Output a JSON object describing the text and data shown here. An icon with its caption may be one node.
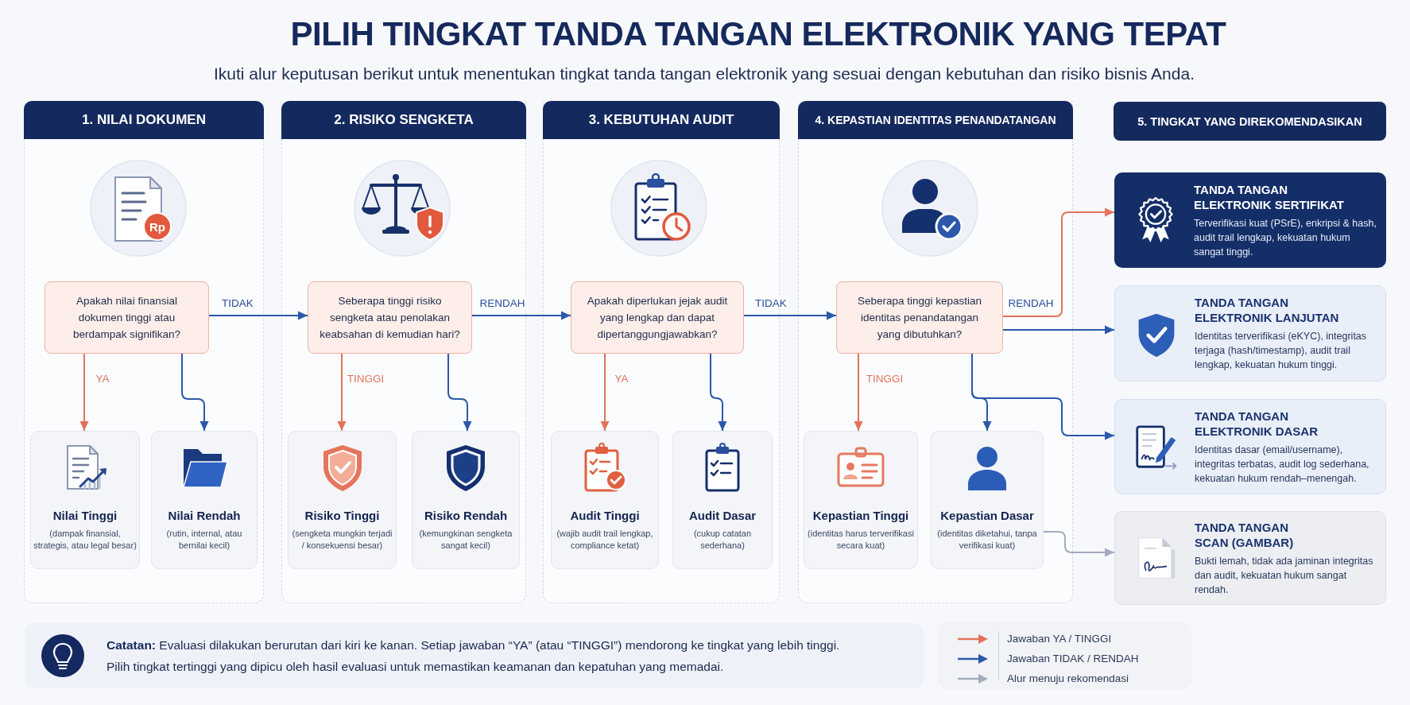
{
  "diagram": {
    "title": "PILIH TINGKAT TANDA TANGAN ELEKTRONIK YANG TEPAT",
    "nodes": [
      {
        "text": [],
        "shape": "box"
      },
      {
        "text": [
          "1. NILAI DOKUMEN"
        ],
        "in": 0
      },
      {
        "text": [
          "Apakah nilai finansial dokumen tinggi atau berdampak signifikan?"
        ],
        "in": 0
      },
      {
        "text": [
          "Nilai Tinggi",
          "(dampak finansial, strategis, atau legal besar)"
        ],
        "in": 0
      },
      {
        "text": [
          "Nilai Rendah",
          "(rutin, internal, atau bernilai kecil)"
        ],
        "in": 0
      },
      {
        "text": [],
        "shape": "box"
      },
      {
        "text": [
          "2. RISIKO SENGKETA"
        ],
        "in": 5
      },
      {
        "text": [
          "Seberapa tinggi risiko sengketa atau penolakan keabsahan di kemudian hari?"
        ],
        "in": 5
      },
      {
        "text": [
          "Risiko Tinggi",
          "(sengketa mungkin terjadi / konsekuensi besar)"
        ],
        "in": 5
      },
      {
        "text": [
          "Risiko Rendah",
          "(kemungkinan sengketa sangat kecil)"
        ],
        "in": 5
      },
      {
        "text": [],
        "shape": "box"
      },
      {
        "text": [
          "3. KEBUTUHAN AUDIT"
        ],
        "in": 10
      },
      {
        "text": [
          "Apakah diperlukan jejak audit yang lengkap dan dapat dipertanggungjawabkan?"
        ],
        "in": 10
      },
      {
        "text": [
          "Audit Tinggi",
          "(wajib audit trail lengkap, compliance ketat)"
        ],
        "in": 10
      },
      {
        "text": [
          "Audit Dasar",
          "(cukup catatan sederhana)"
        ],
        "in": 10
      },
      {
        "text": [],
        "shape": "box"
      },
      {
        "text": [
          "4. KEPASTIAN IDENTITAS PENANDATANGAN"
        ],
        "in": 15
      },
      {
        "text": [
          "Seberapa tinggi kepastian identitas penandatangan yang dibutuhkan?"
        ],
        "in": 15
      },
      {
        "text": [
          "Kepastian Tinggi",
          "(identitas harus terverifikasi secara kuat)"
        ],
        "in": 15
      },
      {
        "text": [
          "Kepastian Dasar",
          "(identitas diketahui, tanpa verifikasi kuat)"
        ],
        "in": 15
      },
      {
        "text": [
          "5. TINGKAT YANG DIREKOMENDASIKAN"
        ]
      },
      {
        "text": [
          "TANDA TANGAN ELEKTRONIK SERTIFIKAT",
          "Terverifikasi kuat (PSrE), enkripsi & hash, audit trail lengkap, kekuatan hukum sangat tinggi."
        ]
      },
      {
        "text": [
          "TANDA TANGAN ELEKTRONIK LANJUTAN",
          "Identitas terverifikasi (eKYC), integritas terjaga (hash/timestamp), audit trail lengkap, kekuatan hukum tinggi."
        ]
      },
      {
        "text": [
          "TANDA TANGAN ELEKTRONIK DASAR",
          "Identitas dasar (email/username), integritas terbatas, audit log sederhana, kekuatan hukum rendah–menengah."
        ]
      },
      {
        "text": [
          "TANDA TANGAN SCAN (GAMBAR)",
          "Bukti lemah, tidak ada jaminan integritas dan audit, kekuatan hukum sangat rendah."
        ]
      },
      {
        "text": [
          "**Catatan:** Evaluasi dilakukan berurutan dari kiri ke kanan. Setiap jawaban “YA” (atau “TINGGI”) mendorong ke tingkat yang lebih tinggi. Pilih tingkat tertinggi yang dipicu oleh hasil evaluasi untuk memastikan keamanan dan kepatuhan yang memadai."
        ]
      }
    ],
    "edges": [
      {
        "from": 2,
        "to": 7,
        "arrow": "to",
        "label": "TIDAK"
      },
      {
        "from": 2,
        "to": 3,
        "arrow": "to",
        "label": "YA",
        "color": "#e2735a"
      },
      {
        "from": 2,
        "to": 4,
        "arrow": "to"
      },
      {
        "from": 7,
        "to": 12,
        "arrow": "to",
        "label": "RENDAH"
      },
      {
        "from": 7,
        "to": 8,
        "arrow": "to",
        "label": "TINGGI",
        "color": "#e2735a"
      },
      {
        "from": 7,
        "to": 9,
        "arrow": "to"
      },
      {
        "from": 12,
        "to": 17,
        "arrow": "to",
        "label": "TIDAK"
      },
      {
        "from": 12,
        "to": 13,
        "arrow": "to",
        "label": "YA",
        "color": "#e2735a"
      },
      {
        "from": 12,
        "to": 14,
        "arrow": "to"
      },
      {
        "from": 17,
        "to": 18,
        "arrow": "to",
        "label": "TINGGI",
        "color": "#e2735a"
      },
      {
        "from": 17,
        "to": 19,
        "arrow": "to"
      },
      {
        "from": 17,
        "to": 21,
        "arrow": "to",
        "color": "#e2735a"
      },
      {
        "from": 17,
        "to": 22,
        "arrow": "to",
        "label": "RENDAH"
      },
      {
        "from": 17,
        "to": 23,
        "arrow": "to"
      },
      {
        "from": 19,
        "to": 24,
        "arrow": "to",
        "color": "#a3abbd"
      }
    ],
    "labels": [
      "Ikuti alur keputusan berikut untuk menentukan tingkat tanda tangan elektronik yang sesuai dengan kebutuhan dan risiko bisnis Anda.",
      "Rp"
    ],
    "legend": [
      {
        "text": "Jawaban YA / TINGGI"
      },
      {
        "text": "Jawaban TIDAK / RENDAH"
      },
      {
        "text": "Alur menuju rekomendasi"
      }
    ]
  }
}
